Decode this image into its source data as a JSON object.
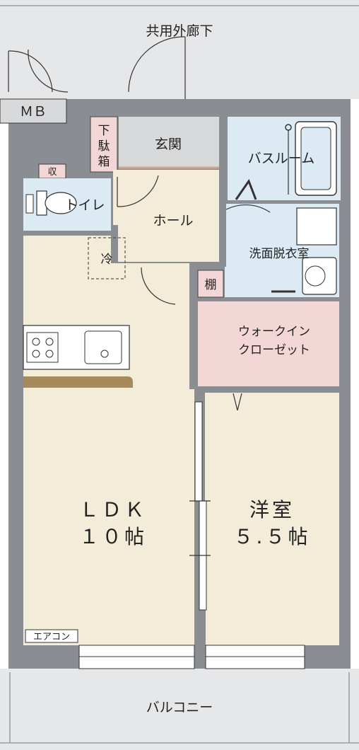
{
  "colors": {
    "wall": "#8a8e93",
    "floor_wood": "#f3ecd8",
    "water": "#dbeaf3",
    "genkan": "#d8d9db",
    "closet": "#f3d6d6",
    "outside": "#e6e7e9",
    "counter": "#a78a5c",
    "line": "#333333"
  },
  "labels": {
    "corridor": "共用外廊下",
    "mb": "ＭＢ",
    "shoe_box": [
      "下",
      "駄",
      "箱"
    ],
    "genkan": "玄関",
    "bathroom": "バスルーム",
    "storage": "収",
    "toilet": "トイレ",
    "hall": "ホール",
    "fridge": "冷",
    "washroom": "洗面脱衣室",
    "shelf": "棚",
    "wic_line1": "ウォークイン",
    "wic_line2": "クローゼット",
    "ldk_line1": "ＬＤＫ",
    "ldk_line2": "１０帖",
    "western_line1": "洋室",
    "western_line2": "５.５帖",
    "aircon": "エアコン",
    "balcony": "バルコニー"
  }
}
